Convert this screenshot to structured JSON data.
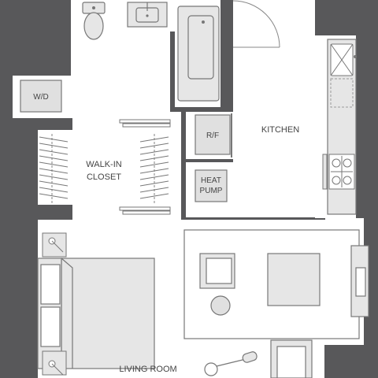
{
  "plan": {
    "rooms": {
      "walk_in_line1": "WALK-IN",
      "walk_in_line2": "CLOSET",
      "kitchen": "KITCHEN",
      "living_room": "LIVING ROOM"
    },
    "fixtures": {
      "washer_dryer": "W/D",
      "refrigerator": "R/F",
      "heat_pump_line1": "HEAT",
      "heat_pump_line2": "PUMP"
    }
  },
  "colors": {
    "wall": "#58585a",
    "fixture_fill": "#e0e0e0",
    "fixture_stroke": "#777777",
    "floor": "#ffffff",
    "label": "#444444"
  }
}
